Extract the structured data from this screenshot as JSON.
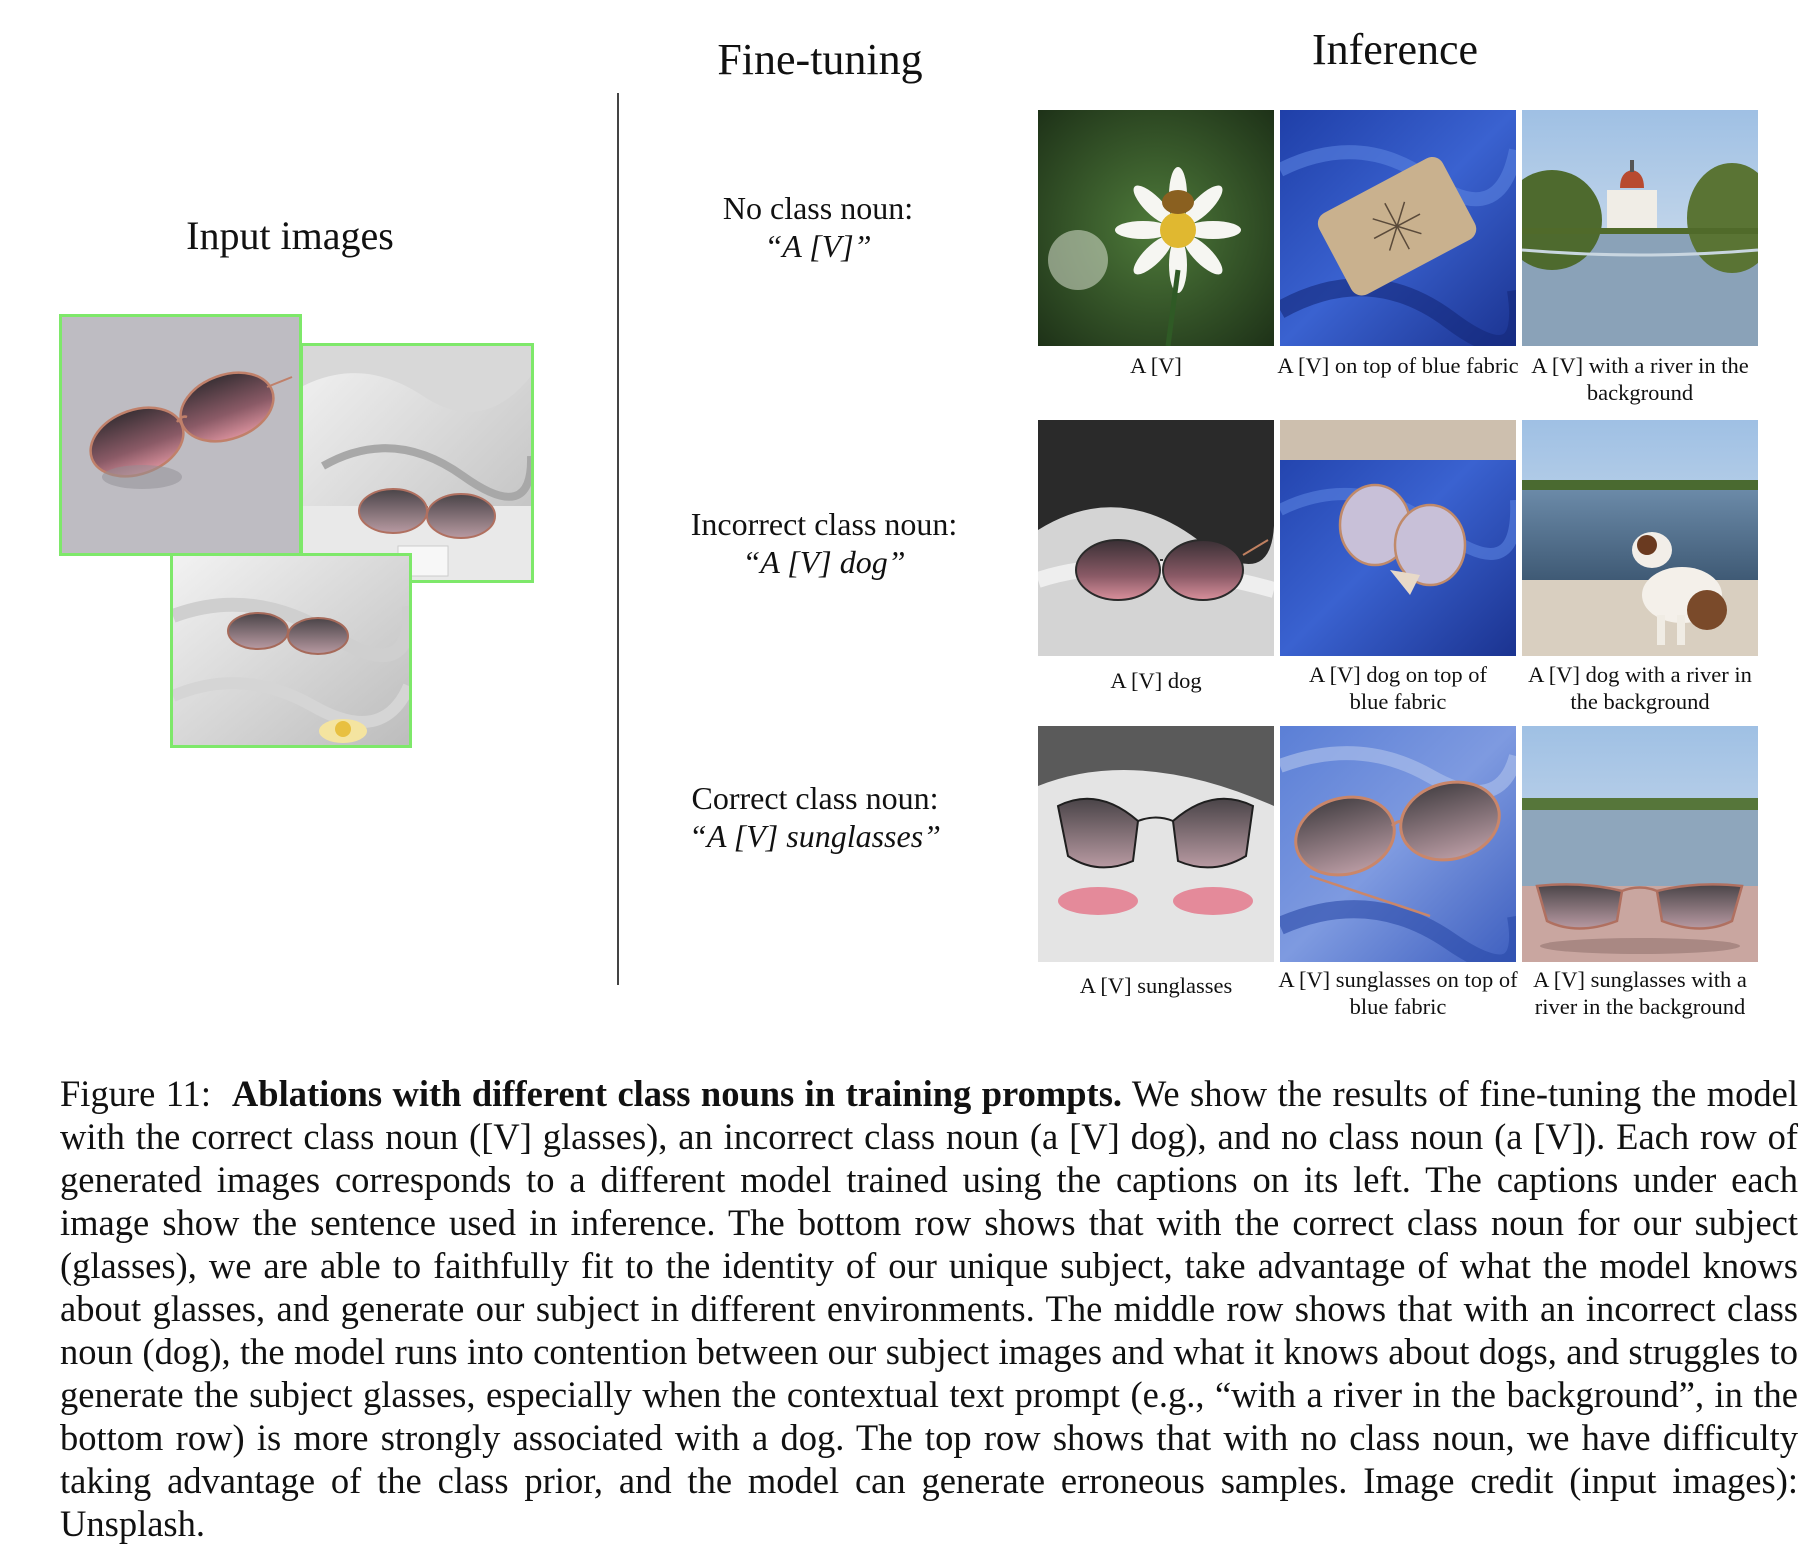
{
  "headers": {
    "finetuning": "Fine-tuning",
    "inference": "Inference",
    "input_images": "Input images"
  },
  "rows": [
    {
      "label": "No class noun:",
      "prompt": "“A [V]”",
      "captions": [
        "A [V]",
        "A [V] on top of blue fabric",
        "A [V] with a river in the background"
      ]
    },
    {
      "label": "Incorrect class noun:",
      "prompt": "“A [V] dog”",
      "captions": [
        "A [V] dog",
        "A [V] dog on top of blue fabric",
        "A [V] dog with a river in the background"
      ]
    },
    {
      "label": "Correct class noun:",
      "prompt": "“A [V] sunglasses”",
      "captions": [
        "A [V] sunglasses",
        "A [V] sunglasses on top of  blue fabric",
        "A [V] sunglasses with a river in the background"
      ]
    }
  ],
  "figure_caption": {
    "label": "Figure 11:",
    "title": "Ablations with different class nouns in training prompts.",
    "body": "We show the results of fine-tuning the model with the correct class noun ([V] glasses), an incorrect class noun (a [V] dog), and no class noun (a [V]). Each row of generated images corresponds to a different model trained using the captions on its left. The captions under each image show the sentence used in inference. The bottom row shows that with the correct class noun for our subject (glasses), we are able to faithfully fit to the identity of our unique subject, take advantage of what the model knows about glasses, and generate our subject in different environments. The middle row shows that with an incorrect class noun (dog), the model runs into contention between our subject images and what it knows about dogs, and struggles to generate the subject glasses, especially when the contextual text prompt (e.g., “with a river in the background”, in the bottom row) is more strongly associated with a dog. The top row shows that with no class noun, we have difficulty taking advantage of the class prior, and the model can generate erroneous samples. Image credit (input images): Unsplash."
  },
  "colors": {
    "input_border": "#7ee86a",
    "fabric_blue": "#2a4fb8",
    "sky": "#a9c6e6"
  }
}
